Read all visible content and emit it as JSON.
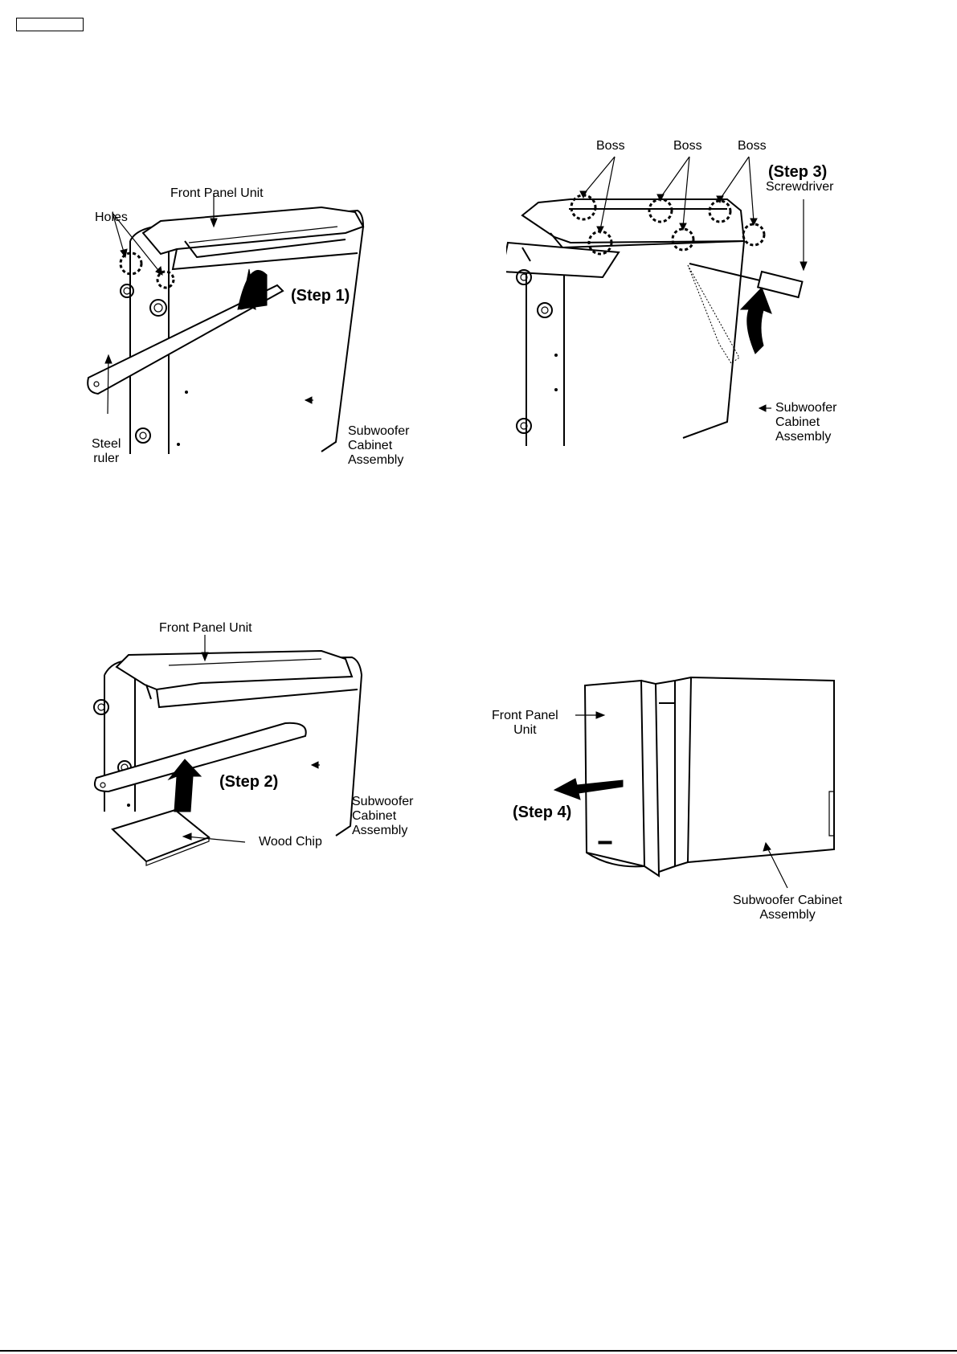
{
  "figures": {
    "step1": {
      "front_panel_unit": "Front Panel Unit",
      "holes": "Holes",
      "step": "(Step 1)",
      "steel_ruler": "Steel\nruler",
      "subwoofer_cabinet": "Subwoofer\nCabinet\nAssembly"
    },
    "step3": {
      "boss_1": "Boss",
      "boss_2": "Boss",
      "boss_3": "Boss",
      "step": "(Step 3)",
      "screwdriver": "Screwdriver",
      "subwoofer_cabinet": "Subwoofer\nCabinet\nAssembly"
    },
    "step2": {
      "front_panel_unit": "Front Panel Unit",
      "step": "(Step 2)",
      "wood_chip": "Wood Chip",
      "subwoofer_cabinet": "Subwoofer\nCabinet\nAssembly"
    },
    "step4": {
      "front_panel_unit": "Front Panel\nUnit",
      "step": "(Step 4)",
      "subwoofer_cabinet": "Subwoofer Cabinet\nAssembly"
    }
  },
  "icons": {
    "arrow": "up-arrow-icon",
    "curved_arrow": "curved-arrow-icon",
    "pull_arrow": "left-arrow-icon"
  }
}
